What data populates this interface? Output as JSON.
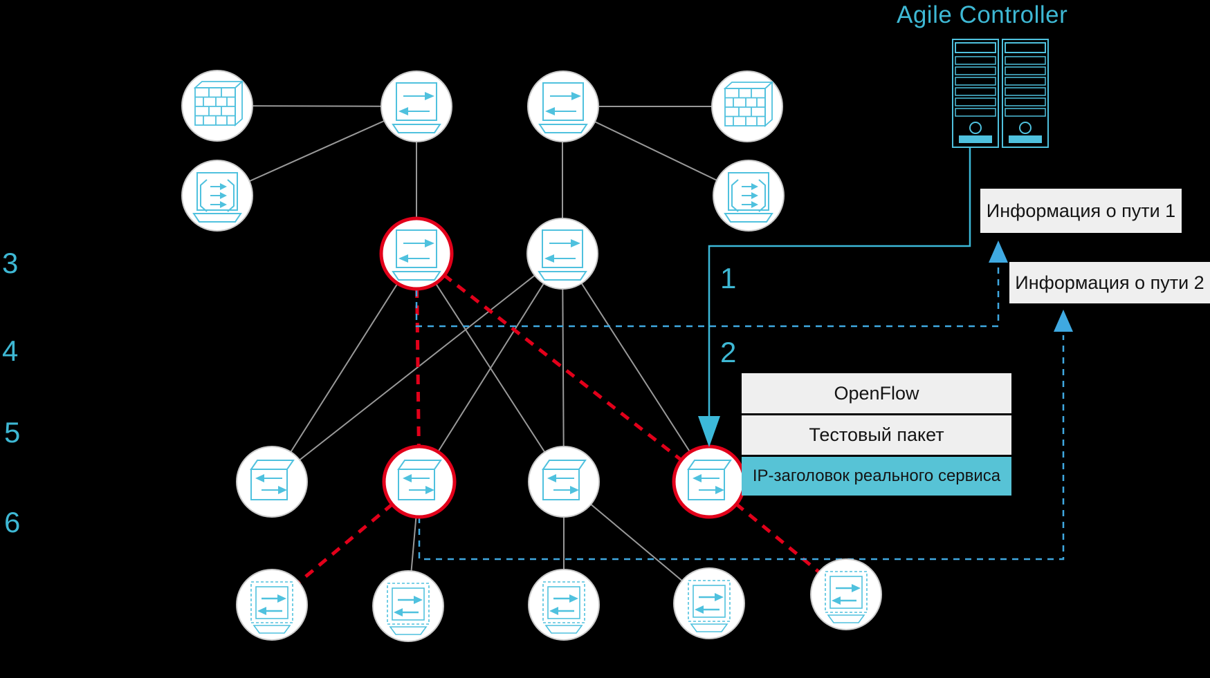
{
  "controller": {
    "title": "Agile Controller",
    "icon": "server-rack-icon"
  },
  "info_boxes": {
    "path1": "Информация о пути 1",
    "path2": "Информация о пути 2"
  },
  "packet_stack": {
    "rows": [
      "OpenFlow",
      "Тестовый пакет",
      "IP-заголовок реального сервиса"
    ]
  },
  "step_numbers": [
    "1",
    "2",
    "3",
    "4",
    "5",
    "6"
  ],
  "colors": {
    "background": "#000000",
    "cyan_accent": "#3EB8D4",
    "icon_cyan": "#4FC1DE",
    "control_line_cyan": "#3CB9D9",
    "blue_dashed": "#3FA9E1",
    "red_path": "#E2001A",
    "gray_link": "#999999",
    "node_fill": "#FFFFFF",
    "node_ring": "#C9C9C9",
    "highlight_ring": "#E2001A",
    "info_box_bg": "#EFEFEF",
    "ip_row_bg": "#57C3D6"
  },
  "icons": {
    "switch": "switch-icon",
    "leaf_switch": "leaf-switch-icon",
    "virtual_switch": "virtual-switch-icon",
    "firewall": "firewall-icon",
    "load_balancer": "load-balancer-icon",
    "controller": "server-rack-icon"
  },
  "nodes": [
    {
      "id": "firewall-1",
      "type": "firewall",
      "highlighted": false
    },
    {
      "id": "core-switch-1",
      "type": "switch",
      "highlighted": false
    },
    {
      "id": "core-switch-2",
      "type": "switch",
      "highlighted": false
    },
    {
      "id": "firewall-2",
      "type": "firewall",
      "highlighted": false
    },
    {
      "id": "load-balancer-1",
      "type": "load-balancer",
      "highlighted": false
    },
    {
      "id": "load-balancer-2",
      "type": "load-balancer",
      "highlighted": false
    },
    {
      "id": "spine-switch-1",
      "type": "switch",
      "highlighted": true
    },
    {
      "id": "spine-switch-2",
      "type": "switch",
      "highlighted": false
    },
    {
      "id": "leaf-switch-1",
      "type": "leaf-switch",
      "highlighted": false
    },
    {
      "id": "leaf-switch-2",
      "type": "leaf-switch",
      "highlighted": true
    },
    {
      "id": "leaf-switch-3",
      "type": "leaf-switch",
      "highlighted": false
    },
    {
      "id": "leaf-switch-4",
      "type": "leaf-switch",
      "highlighted": true
    },
    {
      "id": "virtual-switch-1",
      "type": "virtual-switch",
      "highlighted": false
    },
    {
      "id": "virtual-switch-2",
      "type": "virtual-switch",
      "highlighted": false
    },
    {
      "id": "virtual-switch-3",
      "type": "virtual-switch",
      "highlighted": false
    },
    {
      "id": "virtual-switch-4",
      "type": "virtual-switch",
      "highlighted": false
    },
    {
      "id": "virtual-switch-5",
      "type": "virtual-switch",
      "highlighted": false
    }
  ]
}
